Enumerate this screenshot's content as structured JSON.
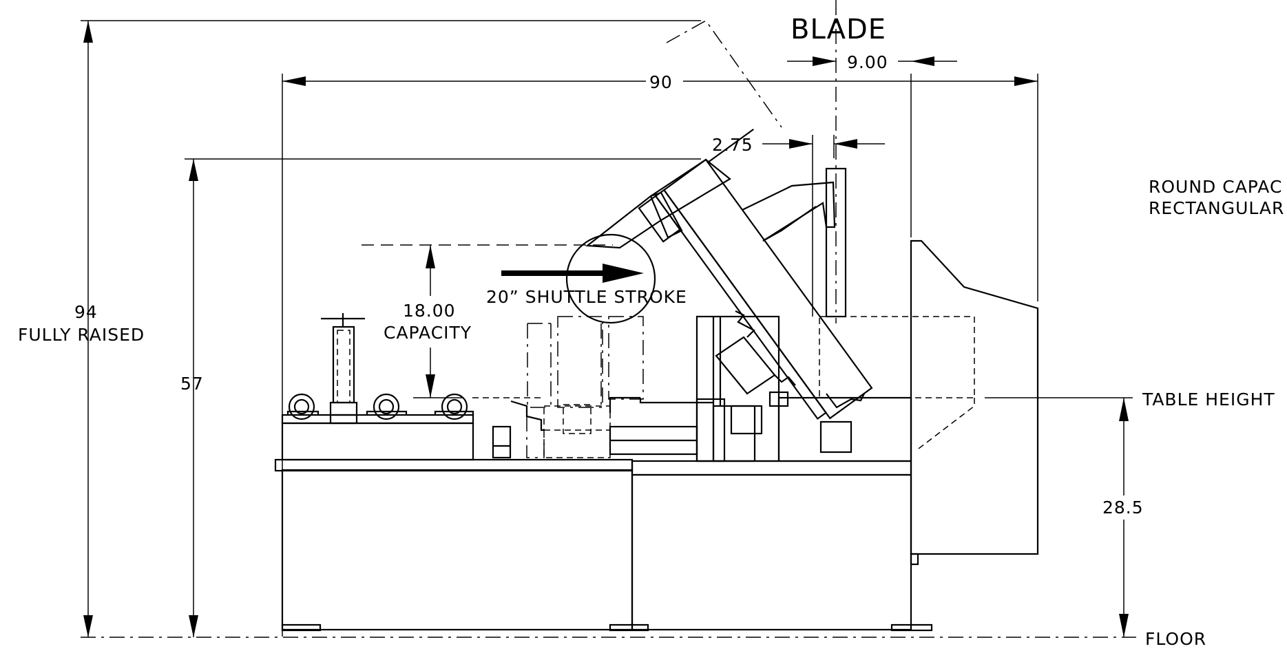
{
  "labels": {
    "blade": "BLADE",
    "dim_9": "9.00",
    "dim_90": "90",
    "dim_2_75": "2.75",
    "dim_94": "94",
    "fully_raised": "FULLY RAISED",
    "dim_57": "57",
    "dim_18": "18.00",
    "capacity": "CAPACITY",
    "shuttle_stroke": "20” SHUTTLE STROKE",
    "round_capacity": "ROUND CAPAC",
    "rectangular": "RECTANGULAR",
    "table_height": "TABLE HEIGHT",
    "dim_28_5": "28.5",
    "floor": "FLOOR"
  }
}
